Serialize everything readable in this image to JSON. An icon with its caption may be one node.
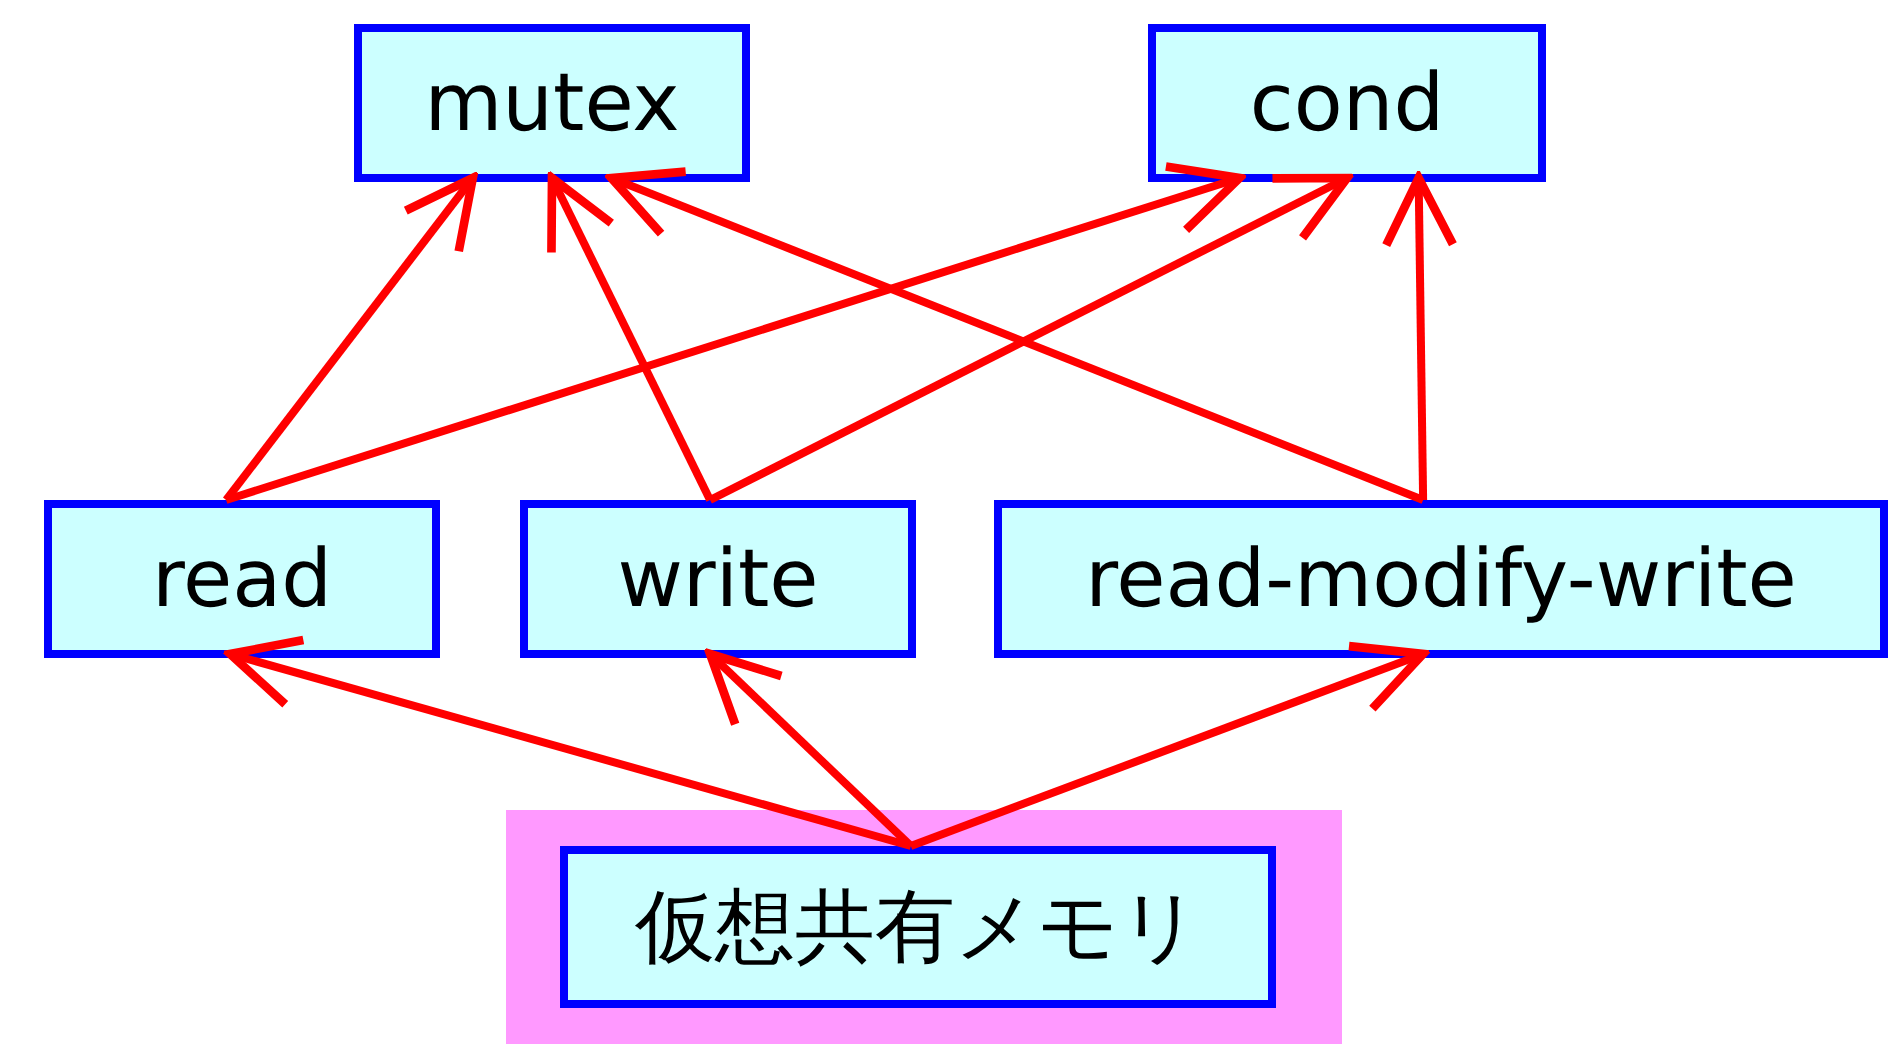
{
  "diagram": {
    "nodes": [
      {
        "text": [
          "mutex"
        ]
      },
      {
        "text": [
          "cond"
        ]
      },
      {
        "text": [
          "read"
        ]
      },
      {
        "text": [
          "write"
        ]
      },
      {
        "text": [
          "read-modify-write"
        ]
      },
      {
        "text": [],
        "shape": "box"
      },
      {
        "text": [
          "仮想共有メモリ"
        ],
        "in": 5
      }
    ],
    "edges": [
      {
        "from": 2,
        "to": 0,
        "arrow": "to"
      },
      {
        "from": 2,
        "to": 1,
        "arrow": "to"
      },
      {
        "from": 3,
        "to": 0,
        "arrow": "to"
      },
      {
        "from": 3,
        "to": 1,
        "arrow": "to"
      },
      {
        "from": 4,
        "to": 0,
        "arrow": "to"
      },
      {
        "from": 4,
        "to": 1,
        "arrow": "to"
      },
      {
        "from": 6,
        "to": 2,
        "arrow": "to"
      },
      {
        "from": 6,
        "to": 3,
        "arrow": "to"
      },
      {
        "from": 6,
        "to": 4,
        "arrow": "to"
      }
    ]
  }
}
